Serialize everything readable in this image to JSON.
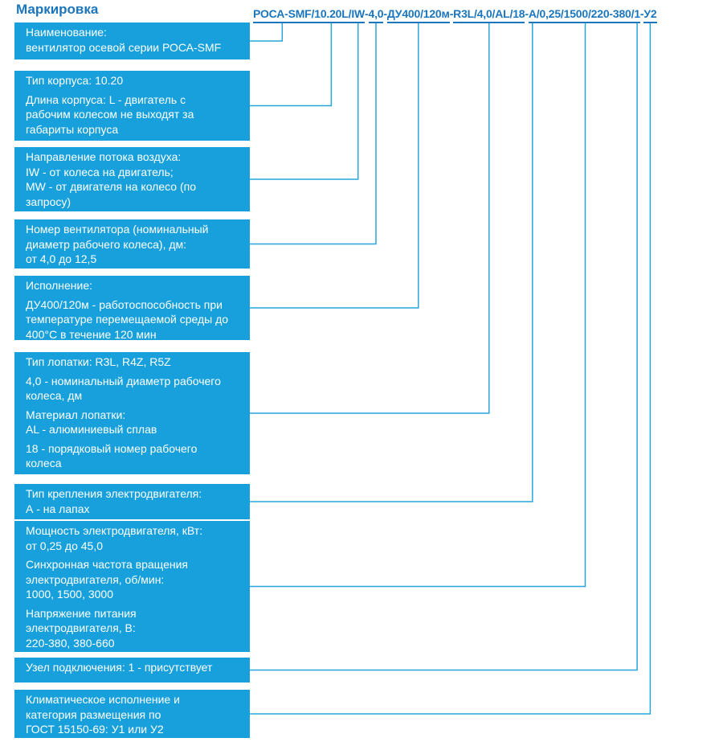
{
  "title": "Маркировка",
  "colors": {
    "heading": "#1b76bd",
    "box": "#17a0db",
    "line": "#29a5da",
    "box_text": "#ffffff"
  },
  "code": {
    "full": "РОСА-SMF/10.20L/IW-4,0-ДУ400/120м-R3L/4,0/AL/18-А/0,25/1500/220-380/1-У2",
    "tokens": [
      {
        "t": "РОСА-SMF"
      },
      {
        "t": "/"
      },
      {
        "t": "10.20L"
      },
      {
        "t": "/"
      },
      {
        "t": "IW"
      },
      {
        "t": "-"
      },
      {
        "t": "4,0"
      },
      {
        "t": "-"
      },
      {
        "t": "ДУ400/120м"
      },
      {
        "t": "-"
      },
      {
        "t": "R3L/4,0/AL/18"
      },
      {
        "t": "-"
      },
      {
        "t": "А"
      },
      {
        "t": "/"
      },
      {
        "t": "0,25/1500/220-380"
      },
      {
        "t": "/"
      },
      {
        "t": "1"
      },
      {
        "t": "-"
      },
      {
        "t": "У2"
      }
    ]
  },
  "boxes": [
    {
      "paragraphs": [
        "Наименование:\nвентилятор осевой серии РОСА-SMF"
      ]
    },
    {
      "paragraphs": [
        "Тип корпуса: 10.20",
        "Длина корпуса: L - двигатель с\nрабочим колесом не выходят за\nгабариты корпуса"
      ]
    },
    {
      "paragraphs": [
        "Направление потока воздуха:\nIW - от колеса на двигатель;\nMW - от двигателя на колесо (по\nзапросу)"
      ]
    },
    {
      "paragraphs": [
        "Номер вентилятора (номинальный\nдиаметр рабочего колеса), дм:\nот 4,0 до 12,5"
      ]
    },
    {
      "paragraphs": [
        "Исполнение:",
        "ДУ400/120м - работоспособность при\nтемпературе перемещаемой среды до\n400°С в течение 120 мин"
      ]
    },
    {
      "paragraphs": [
        "Тип лопатки: R3L, R4Z, R5Z",
        "4,0 - номинальный диаметр рабочего\nколеса, дм",
        "Материал лопатки:\nAL - алюминиевый сплав",
        "18 - порядковый номер рабочего\nколеса"
      ]
    },
    {
      "paragraphs": [
        "Тип крепления электродвигателя:\nА - на лапах"
      ]
    },
    {
      "paragraphs": [
        "Мощность электродвигателя, кВт:\nот 0,25 до 45,0",
        "Синхронная частота вращения\nэлектродвигателя, об/мин:\n1000, 1500, 3000",
        "Напряжение питания\nэлектродвигателя, В:\n220-380, 380-660"
      ]
    },
    {
      "paragraphs": [
        "Узел подключения: 1 - присутствует"
      ]
    },
    {
      "paragraphs": [
        "Климатическое исполнение и\nкатегория размещения по\nГОСТ 15150-69: У1 или У2"
      ]
    }
  ]
}
